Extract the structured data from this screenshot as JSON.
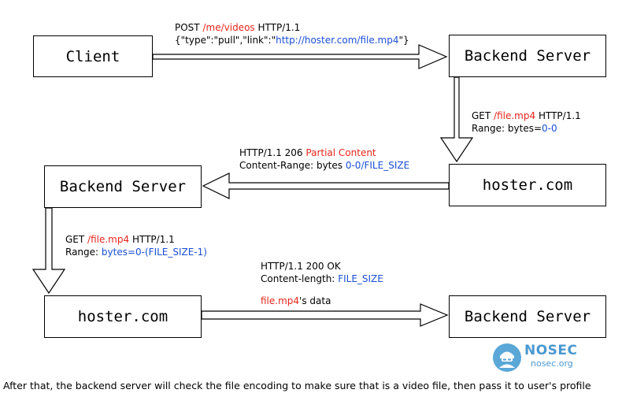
{
  "boxes": {
    "client": "Client",
    "backend_1": "Backend Server",
    "hoster_1": "hoster.com",
    "backend_2": "Backend Server",
    "hoster_2": "hoster.com",
    "backend_3": "Backend Server"
  },
  "messages": {
    "m1": {
      "method": "POST",
      "path": "/me/videos",
      "proto": "HTTP/1.1",
      "body_prefix": "{\"type\":\"pull\",\"link\":\"",
      "body_link": "http://hoster.com/file.mp4",
      "body_suffix": "\"}"
    },
    "m2": {
      "method": "GET",
      "path": "/file.mp4",
      "proto": "HTTP/1.1",
      "range_key": "Range: bytes=",
      "range_val": "0-0"
    },
    "m3": {
      "status": "HTTP/1.1 206",
      "status_text": "Partial Content",
      "header_key": "Content-Range: bytes",
      "header_val": "0-0/FILE_SIZE"
    },
    "m4": {
      "method": "GET",
      "path": "/file.mp4",
      "proto": "HTTP/1.1",
      "range_key": "Range:",
      "range_val": "bytes=0-(FILE_SIZE-1)"
    },
    "m5": {
      "status": "HTTP/1.1 200 OK",
      "header_key": "Content-length:",
      "header_val": "FILE_SIZE",
      "data_file": "file.mp4",
      "data_suffix": "'s data"
    }
  },
  "footer": "After that, the backend server will check the file encoding to make sure that is a video file, then pass it to user's profile",
  "logo": {
    "name": "NOSEC",
    "url": "nosec.org",
    "icon": "hacker-mascot-icon"
  },
  "colors": {
    "path": "#e8251c",
    "value": "#1a4fd6",
    "brand": "#4a98d1"
  }
}
